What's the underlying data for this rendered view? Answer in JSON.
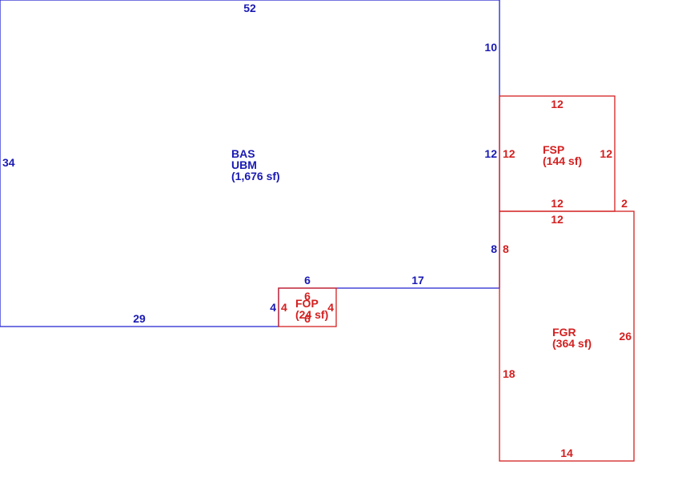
{
  "colors": {
    "main": "#1a1ab4",
    "addition": "#d42020"
  },
  "areas": {
    "bas": {
      "code1": "BAS",
      "code2": "UBM",
      "area": "(1,676 sf)"
    },
    "fsp": {
      "code": "FSP",
      "area": "(144 sf)"
    },
    "fgr": {
      "code": "FGR",
      "area": "(364 sf)"
    },
    "fop": {
      "code": "FOP",
      "area": "(24 sf)"
    }
  },
  "dims": {
    "bas_top": "52",
    "bas_left": "34",
    "bas_right_upper": "10",
    "bas_right_mid": "12",
    "bas_right_lower": "8",
    "bas_bottom_right": "17",
    "bas_notch_top": "6",
    "bas_notch_side": "4",
    "bas_bottom_left": "29",
    "fsp_top": "12",
    "fsp_left": "12",
    "fsp_right": "12",
    "fsp_bottom": "12",
    "fsp_gap": "2",
    "fgr_top": "12",
    "fgr_left_upper": "8",
    "fgr_left_lower": "18",
    "fgr_right": "26",
    "fgr_bottom": "14",
    "fop_top": "6",
    "fop_left": "4",
    "fop_right": "4",
    "fop_bottom": "6"
  }
}
